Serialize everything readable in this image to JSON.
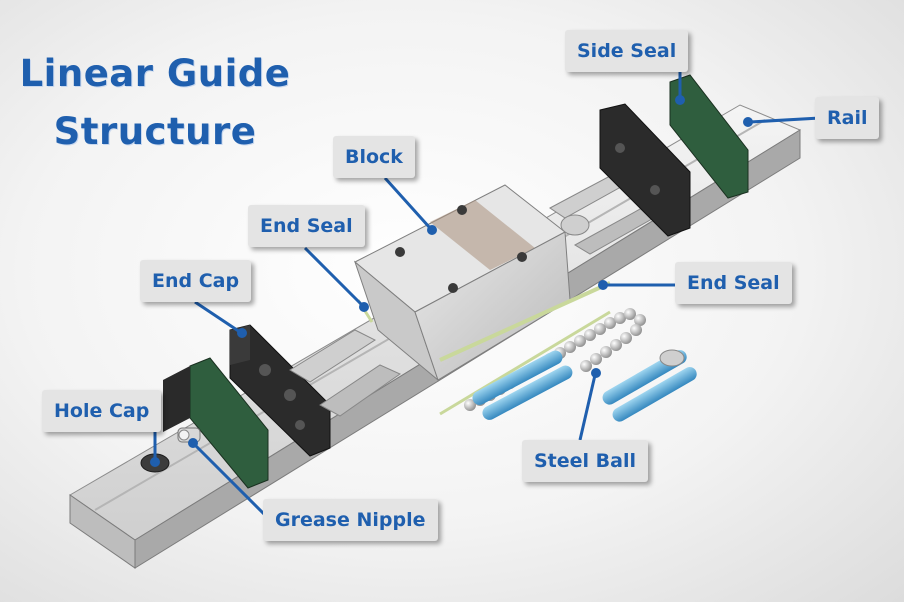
{
  "title": {
    "line1": "Linear Guide",
    "line2": "Structure"
  },
  "labels": {
    "side_seal": "Side Seal",
    "rail": "Rail",
    "block": "Block",
    "end_seal_left": "End Seal",
    "end_seal_right": "End Seal",
    "end_cap": "End Cap",
    "hole_cap": "Hole Cap",
    "grease_nipple": "Grease Nipple",
    "steel_ball": "Steel Ball"
  },
  "colors": {
    "title": "#1f5fae",
    "label_bg": "#e4e4e4",
    "leader": "#1f5fae",
    "seal_green": "#2f5e3e",
    "tube_blue": "#52a9d6"
  }
}
